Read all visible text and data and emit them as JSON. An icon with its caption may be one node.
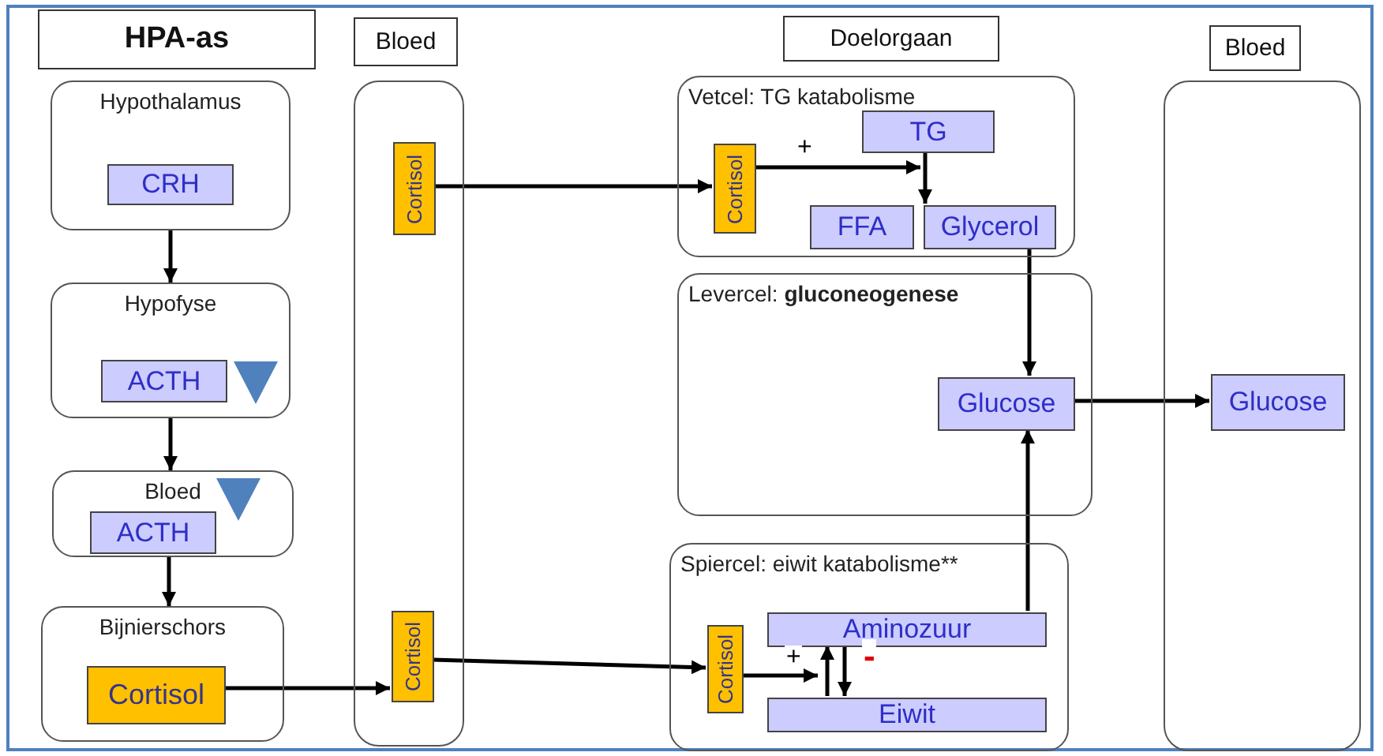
{
  "diagram": {
    "nodes": [
      {
        "text": [
          "HPA-as"
        ]
      },
      {
        "text": [
          "Bloed"
        ]
      },
      {
        "text": [
          "Doelorgaan"
        ]
      },
      {
        "text": [
          "Bloed"
        ]
      },
      {
        "text": [
          "Hypothalamus"
        ]
      },
      {
        "text": [
          "CRH"
        ],
        "in": 4
      },
      {
        "text": [
          "Hypofyse"
        ]
      },
      {
        "text": [
          "ACTH"
        ],
        "in": 6
      },
      {
        "text": [
          "Bloed"
        ]
      },
      {
        "text": [
          "ACTH"
        ],
        "in": 8
      },
      {
        "text": [
          "Bijnierschors"
        ]
      },
      {
        "text": [
          "Cortisol"
        ],
        "in": 10
      },
      {
        "text": [],
        "shape": "box"
      },
      {
        "text": [
          "Cortisol"
        ],
        "in": 12
      },
      {
        "text": [
          "Cortisol"
        ],
        "in": 12
      },
      {
        "text": [
          "Vetcel:  TG katabolisme"
        ]
      },
      {
        "text": [
          "Cortisol"
        ],
        "in": 15
      },
      {
        "text": [
          "TG"
        ],
        "in": 15
      },
      {
        "text": [
          "FFA"
        ],
        "in": 15
      },
      {
        "text": [
          "Glycerol"
        ],
        "in": 15
      },
      {
        "text": [
          "Levercel: **gluconeogenese**"
        ]
      },
      {
        "text": [
          "Glucose"
        ],
        "in": 20
      },
      {
        "text": [
          "Spiercel:  eiwit katabolisme**"
        ]
      },
      {
        "text": [
          "Cortisol"
        ],
        "in": 22
      },
      {
        "text": [
          "Aminozuur"
        ],
        "in": 22
      },
      {
        "text": [
          "Eiwit"
        ],
        "in": 22
      },
      {
        "text": [],
        "shape": "box"
      },
      {
        "text": [
          "Glucose"
        ],
        "in": 26
      }
    ],
    "edges": [
      {
        "from": 4,
        "to": 6,
        "arrow": "to"
      },
      {
        "from": 6,
        "to": 8,
        "arrow": "to"
      },
      {
        "from": 8,
        "to": 10,
        "arrow": "to"
      },
      {
        "from": 11,
        "to": 14,
        "arrow": "to"
      },
      {
        "from": 13,
        "to": 16,
        "arrow": "to"
      },
      {
        "from": 14,
        "to": 23,
        "arrow": "to"
      },
      {
        "from": 16,
        "to": 17,
        "arrow": "to",
        "label": "+"
      },
      {
        "from": 17,
        "to": 19,
        "arrow": "to"
      },
      {
        "from": 19,
        "to": 21,
        "arrow": "to"
      },
      {
        "from": 21,
        "to": 27,
        "arrow": "to"
      },
      {
        "from": 24,
        "to": 21,
        "arrow": "to"
      },
      {
        "from": 23,
        "to": 24,
        "arrow": "to",
        "label": "+"
      },
      {
        "from": 25,
        "to": 24,
        "arrow": "to"
      },
      {
        "from": 24,
        "to": 25,
        "arrow": "to",
        "label": "-"
      }
    ]
  }
}
